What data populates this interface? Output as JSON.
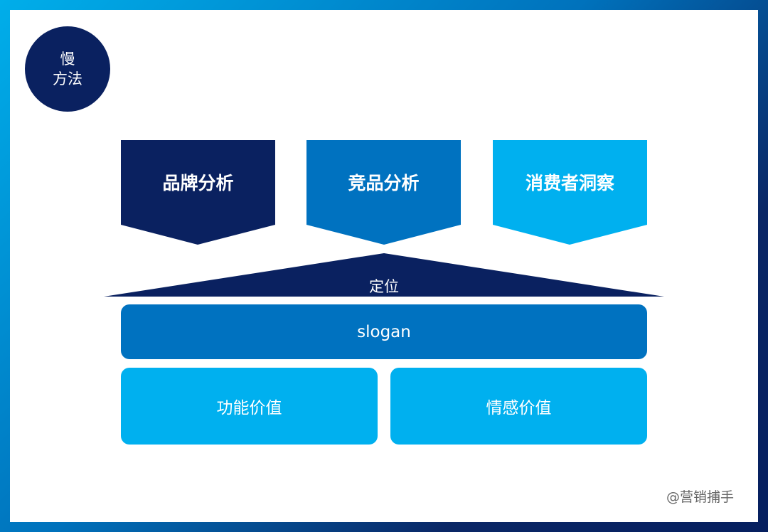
{
  "badge": {
    "line1": "慢",
    "line2": "方法"
  },
  "inputs": [
    {
      "label": "品牌分析",
      "color": "#0a2160"
    },
    {
      "label": "竞品分析",
      "color": "#0072c0"
    },
    {
      "label": "消费者洞察",
      "color": "#00b0ef"
    }
  ],
  "positioning": {
    "label": "定位",
    "color": "#0a2160"
  },
  "slogan": {
    "label": "slogan",
    "color": "#0072c0"
  },
  "values": [
    {
      "label": "功能价值",
      "color": "#00b0ef"
    },
    {
      "label": "情感价值",
      "color": "#00b0ef"
    }
  ],
  "watermark": "@营销捕手"
}
